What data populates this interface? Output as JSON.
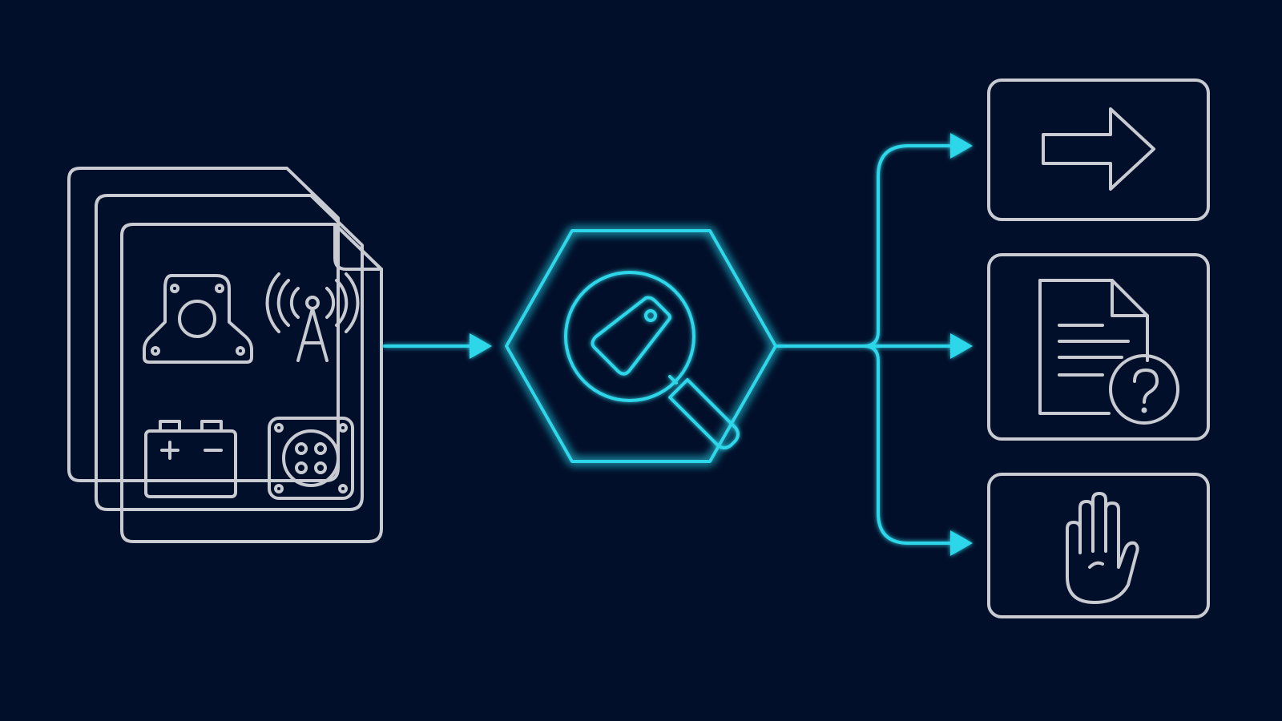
{
  "colors": {
    "background": "#020f2a",
    "outline": "#c8cbd1",
    "accent": "#2fd6ea"
  },
  "input": {
    "label": "documents-stack",
    "icons": [
      "engine-mount-icon",
      "radio-tower-icon",
      "battery-icon",
      "connector-plate-icon"
    ]
  },
  "process": {
    "shape": "hexagon",
    "icon": "tag-search-icon"
  },
  "outputs": [
    {
      "name": "proceed",
      "icon": "arrow-right-icon"
    },
    {
      "name": "review",
      "icon": "document-question-icon"
    },
    {
      "name": "stop",
      "icon": "hand-stop-icon"
    }
  ]
}
